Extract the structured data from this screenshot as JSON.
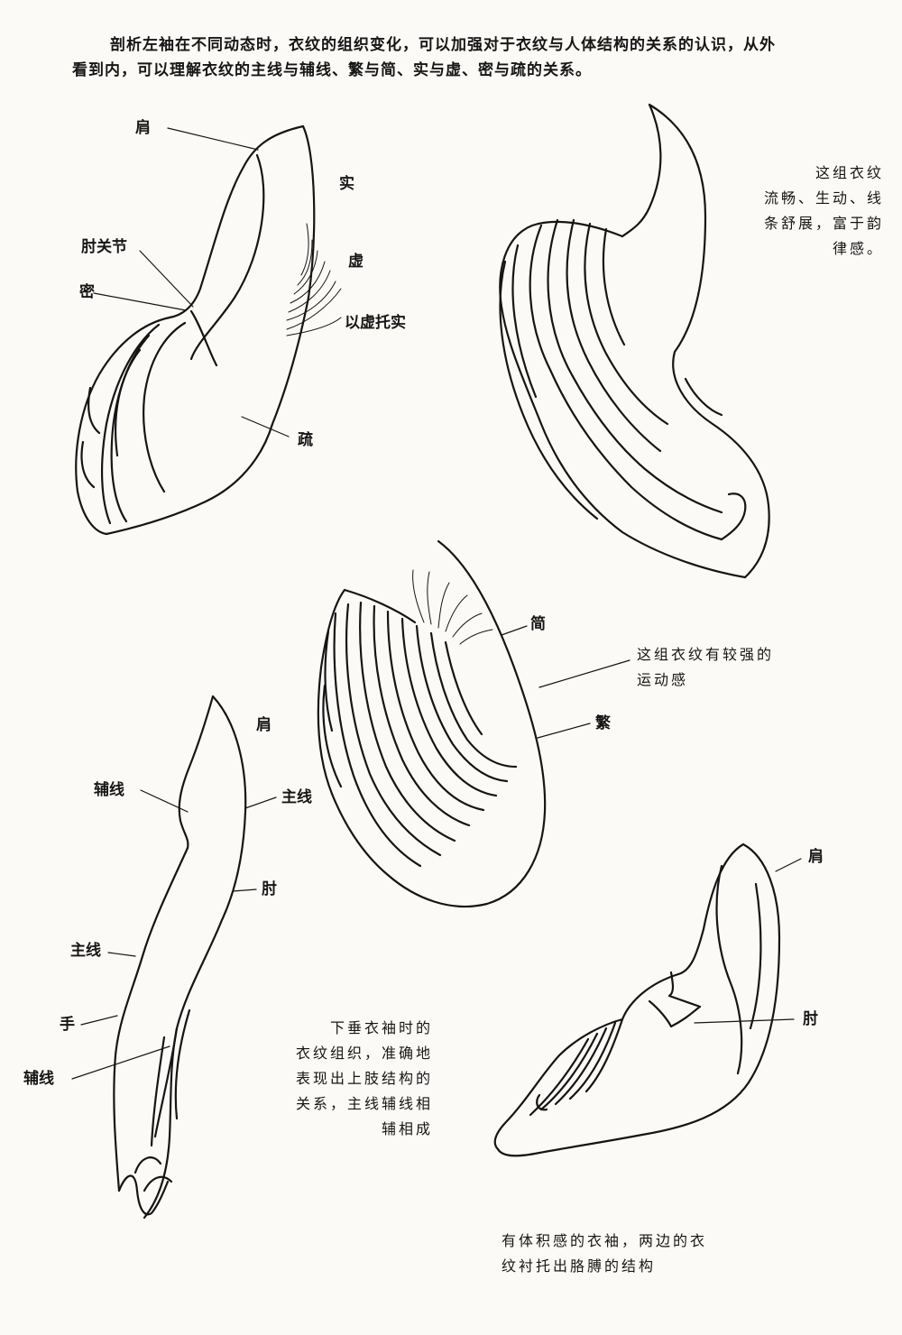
{
  "intro": "剖析左袖在不同动态时，衣纹的组织变化，可以加强对于衣纹与人体结构的关系的认识，从外看到内，可以理解衣纹的主线与辅线、繁与简、实与虚、密与疏的关系。",
  "figure_a": {
    "shoulder": "肩",
    "solid": "实",
    "elbow_joint": "肘关节",
    "faint": "虚",
    "dense": "密",
    "faint_supports_solid": "以虚托实",
    "sparse": "疏"
  },
  "figure_b": {
    "note": "这组衣纹\n流畅、生动、线\n条舒展，富于韵\n律感。"
  },
  "figure_c": {
    "simple": "简",
    "note": "这组衣纹有较强的\n运动感",
    "complex": "繁"
  },
  "figure_d": {
    "shoulder": "肩",
    "secondary_line_1": "辅线",
    "main_line_1": "主线",
    "elbow": "肘",
    "main_line_2": "主线",
    "hand": "手",
    "secondary_line_2": "辅线",
    "note": "下垂衣袖时的\n衣纹组织，准确地\n表现出上肢结构的\n关系，主线辅线相\n辅相成"
  },
  "figure_e": {
    "shoulder": "肩",
    "elbow": "肘",
    "note": "有体积感的衣袖，两边的衣\n纹衬托出胳膊的结构"
  }
}
